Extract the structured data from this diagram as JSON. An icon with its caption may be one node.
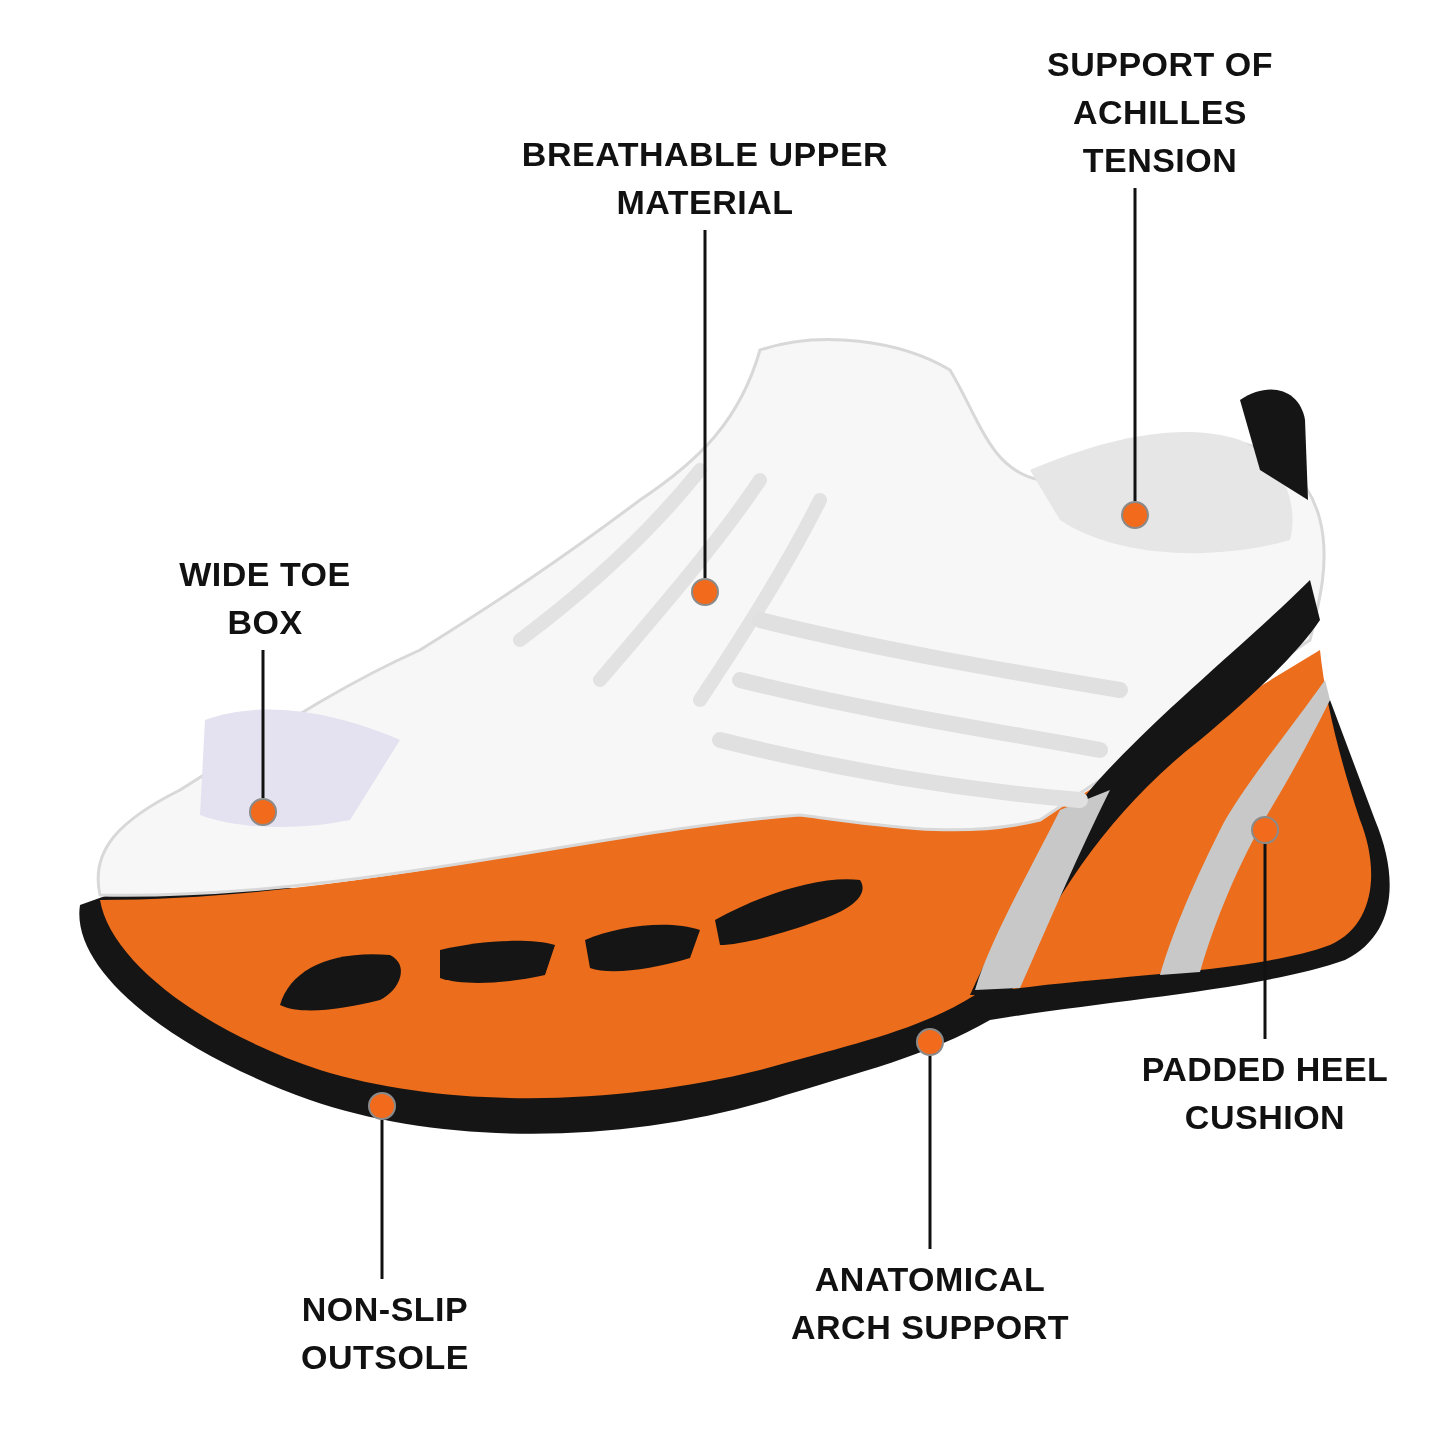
{
  "diagram": {
    "nodes": [
      {
        "text": [
          "SUPPORT OF ACHILLES TENSION"
        ]
      },
      {
        "text": [
          "BREATHABLE UPPER MATERIAL"
        ]
      },
      {
        "text": [
          "WIDE TOE BOX"
        ]
      },
      {
        "text": [
          "PADDED HEEL CUSHION"
        ]
      },
      {
        "text": [
          "ANATOMICAL ARCH SUPPORT"
        ]
      },
      {
        "text": [
          "NON-SLIP OUTSOLE"
        ]
      },
      {
        "text": [],
        "shape": "circle"
      },
      {
        "text": [],
        "shape": "circle"
      },
      {
        "text": [],
        "shape": "circle"
      },
      {
        "text": [],
        "shape": "circle"
      },
      {
        "text": [],
        "shape": "circle"
      },
      {
        "text": [],
        "shape": "circle"
      }
    ],
    "edges": [
      {
        "from": 0,
        "to": 10,
        "arrow": "none"
      },
      {
        "from": 1,
        "to": 8,
        "arrow": "none"
      },
      {
        "from": 2,
        "to": 6,
        "arrow": "none"
      },
      {
        "from": 3,
        "to": 11,
        "arrow": "none"
      },
      {
        "from": 4,
        "to": 9,
        "arrow": "none"
      },
      {
        "from": 5,
        "to": 7,
        "arrow": "none"
      }
    ]
  }
}
